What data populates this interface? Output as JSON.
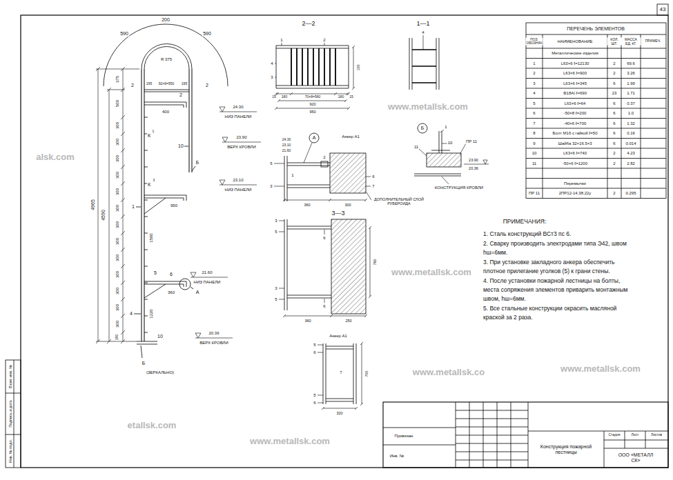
{
  "diagram": {
    "labels": [
      "43",
      "Взам. инв. №",
      "Подпись и дата",
      "Инв. № подл.",
      "590",
      "200",
      "590",
      "R 375",
      "195",
      "92×6=550",
      "195",
      "2",
      "2",
      "4965",
      "4590",
      "375",
      "500",
      "300",
      "300",
      "300",
      "300",
      "300",
      "300",
      "300",
      "300",
      "300",
      "300",
      "300",
      "300",
      "300",
      "190",
      "24.30",
      "НИЗ ПАНЕЛИ",
      "23.90",
      "ВЕРХ КРОВЛИ",
      "23.10",
      "НИЗ ПАНЕЛИ",
      "21.60",
      "НИЗ ПАНЕЛИ",
      "20.36",
      "ВЕРХ КРОВЛИ",
      "2",
      "400",
      "К",
      "1",
      "10",
      "Б",
      "К",
      "3",
      "950",
      "1",
      "1500",
      "5",
      "6",
      "А",
      "360",
      "1220",
      "4",
      "10",
      "Б",
      "(ЗЕРКАЛЬНО)",
      "2—2",
      "1",
      "2",
      "4",
      "3",
      "15",
      "180",
      "70×8=560",
      "180",
      "15",
      "920",
      "950",
      "100",
      "1—1",
      "4",
      "А",
      "Анкер А1",
      "24.30",
      "23.10",
      "21.60",
      "5",
      "1",
      "2",
      "3",
      "6",
      "7",
      "360",
      "300",
      "ДОПОЛНИТЕЛЬНЫЙ СЛОЙ РУБЕРОИДА",
      "Б",
      "1",
      "10",
      "11",
      "ПР 11",
      "23.90",
      "20.36",
      "КОНСТРУКЦИЯ КРОВЛИ",
      "3—3",
      "3",
      "5",
      "3",
      "5",
      "6",
      "6",
      "360",
      "250",
      "760",
      "Анкер А1",
      "5",
      "6",
      "7",
      "5",
      "6",
      "700",
      "320",
      "ПЕРЕЧЕНЬ ЭЛЕМЕНТОВ",
      "ПОЗ. ОБОЗНАЧ.",
      "НАИМЕНОВАНИЕ",
      "КОЛ. ШТ.",
      "МАССА ЕД. КГ.",
      "ПРИМЕЧ.",
      "Металлические изделия",
      "1",
      "L63×6 ℓ=12130",
      "2",
      "69.6",
      "2",
      "L63×6 ℓ=900",
      "2",
      "3.26",
      "3",
      "L63×6 ℓ=345",
      "6",
      "1.99",
      "4",
      "Ф18АI ℓ=690",
      "23",
      "1.71",
      "5",
      "L63×6 ℓ=64",
      "6",
      "0.37",
      "6",
      "-50×8 ℓ=200",
      "6",
      "1.0",
      "7",
      "-40×6 ℓ=700",
      "6",
      "1.32",
      "8",
      "Болт М16 с гайкой ℓ=50",
      "6",
      "0.16",
      "9",
      "Шайба 32×16.5×3",
      "6",
      "0.014",
      "10",
      "L63×6 ℓ=740",
      "2",
      "4.23",
      "11",
      "-50×6 ℓ=1200",
      "2",
      "2.82",
      "Перемычки",
      "ПР 11",
      "2ПР12-14.38.22у",
      "2",
      "0.295",
      "ПРИМЕЧАНИЯ:",
      "1. Сталь конструкций ВСт3 пс 6.",
      "2. Сварку производить электродами типа Э42, швом hш=6мм.",
      "3. При установке закладного анкера обеспечить плотное прилегание уголков (5) к грани стены.",
      "4. После установки пожарной лестницы на болты, места сопряжения элементов приварить монтажным швом, hш=6мм.",
      "5. Все стальные конструкции окрасить масляной краской за 2 раза.",
      "Привязан",
      "Инв. №",
      "Стадия",
      "Лист",
      "Листов",
      "Конструкция пожарной лестницы",
      "ООО «МЕТАЛЛ СК»",
      "alsk.com",
      "www.metallsk.com",
      "www.metallsk.com",
      "www.metallsk.co",
      "www.metallsk.com",
      "etallsk.com",
      "www.metallsk.com"
    ]
  }
}
